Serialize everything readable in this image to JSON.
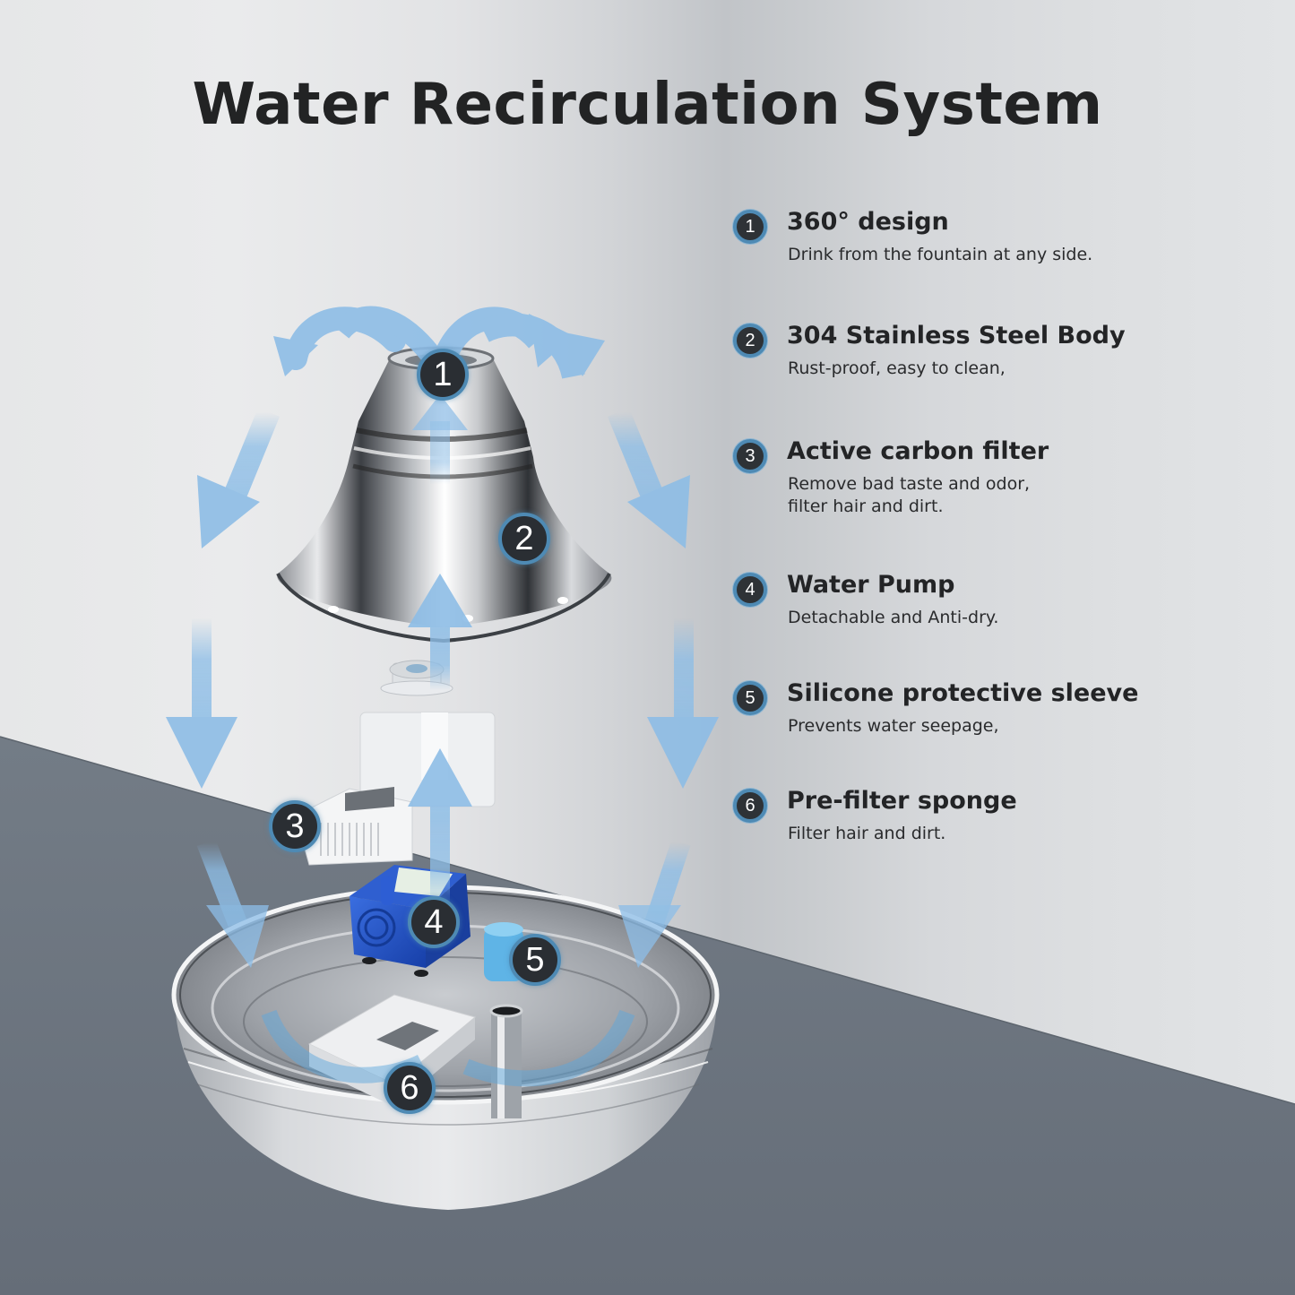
{
  "header": {
    "title": "Water Recirculation System"
  },
  "features": [
    {
      "number": "1",
      "title": "360° design",
      "description": "Drink from the fountain at any side."
    },
    {
      "number": "2",
      "title": "304 Stainless Steel Body",
      "description": "Rust-proof, easy to clean,"
    },
    {
      "number": "3",
      "title": "Active carbon filter",
      "description": "Remove bad taste and odor,\nfilter hair and dirt."
    },
    {
      "number": "4",
      "title": "Water Pump",
      "description": "Detachable and Anti-dry."
    },
    {
      "number": "5",
      "title": "Silicone protective sleeve",
      "description": "Prevents water seepage,"
    },
    {
      "number": "6",
      "title": "Pre-filter sponge",
      "description": "Filter hair and dirt."
    }
  ],
  "illustration": {
    "callouts": [
      "1",
      "2",
      "3",
      "4",
      "5",
      "6"
    ],
    "parts": [
      "stainless-steel-cone-cover",
      "water-outlet",
      "pump-housing",
      "carbon-filter",
      "blue-water-pump",
      "silicone-sleeve",
      "pre-filter-sponge",
      "stainless-steel-bowl"
    ]
  },
  "colors": {
    "title_text": "#222324",
    "badge_fill": "#2e3236",
    "badge_ring": "#4e8ab4",
    "flow_arrow": "#8dbde6",
    "floor": "#6f7882",
    "wall_light": "#e6e7e8",
    "wall_dark": "#c1c4c8",
    "pump_blue": "#1f4fc4"
  }
}
